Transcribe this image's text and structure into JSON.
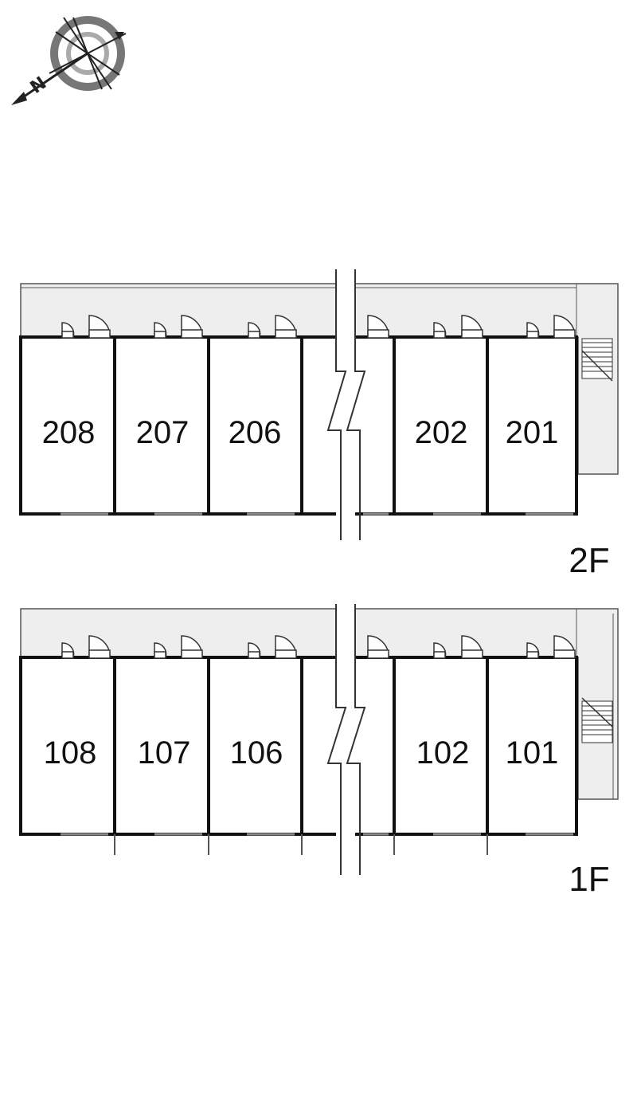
{
  "compass": {
    "label": "N",
    "icon": "compass-rose-icon"
  },
  "colors": {
    "corridor": "#eeeeee",
    "wall": "#111111",
    "line": "#555555"
  },
  "floors": [
    {
      "id": "2f",
      "label": "2F",
      "units": [
        {
          "number": "208"
        },
        {
          "number": "207"
        },
        {
          "number": "206"
        },
        {
          "number": ""
        },
        {
          "number": ""
        },
        {
          "number": "202"
        },
        {
          "number": "201"
        }
      ]
    },
    {
      "id": "1f",
      "label": "1F",
      "units": [
        {
          "number": "108"
        },
        {
          "number": "107"
        },
        {
          "number": "106"
        },
        {
          "number": ""
        },
        {
          "number": ""
        },
        {
          "number": "102"
        },
        {
          "number": "101"
        }
      ]
    }
  ]
}
